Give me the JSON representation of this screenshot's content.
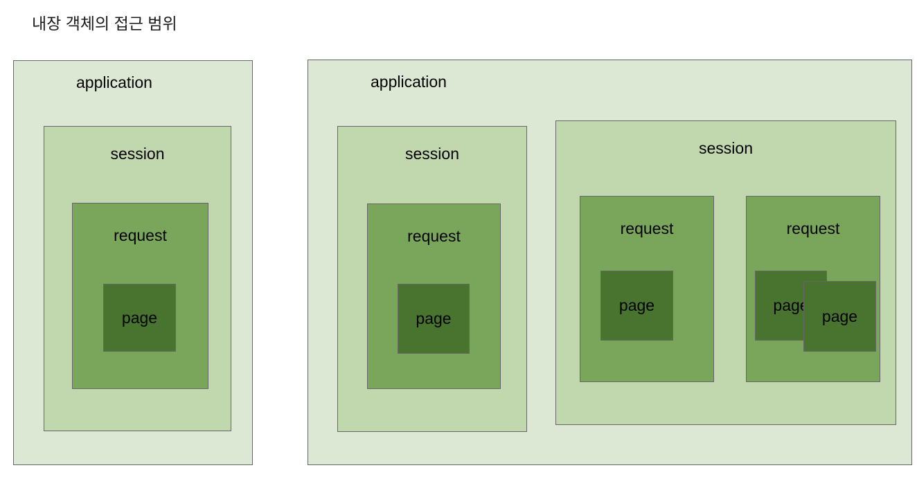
{
  "title": "내장 객체의 접근 범위",
  "scope_labels": {
    "application": "application",
    "session": "session",
    "request": "request",
    "page": "page"
  },
  "colors": {
    "application-fill": "#dce8d3",
    "session-fill": "#c1d7ad",
    "request-fill": "#7aa65c",
    "page-fill": "#48742f",
    "box-border": "#666666",
    "label-text": "#000000",
    "title-text": "#1a1a1a",
    "canvas-bg": "#ffffff"
  }
}
